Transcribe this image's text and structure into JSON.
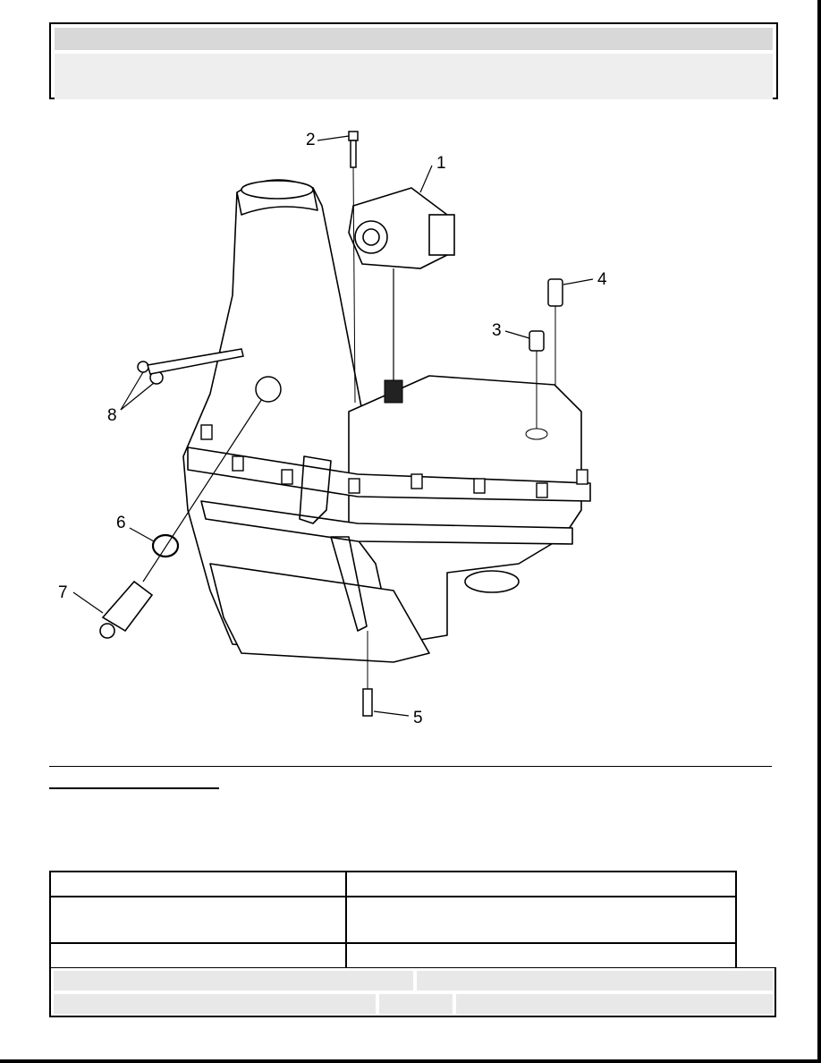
{
  "header": {
    "title": "",
    "subtitle": ""
  },
  "figure": {
    "callouts": [
      "1",
      "2",
      "3",
      "4",
      "5",
      "6",
      "7",
      "8"
    ]
  },
  "section": {
    "heading": "",
    "text": ""
  },
  "spec_table": {
    "rows": [
      {
        "label": "",
        "value": ""
      },
      {
        "label": "",
        "value": ""
      },
      {
        "label": "",
        "value": ""
      }
    ]
  },
  "footer": {
    "left": "",
    "right": "",
    "bottom_left": "",
    "bottom_mid": "",
    "bottom_right": ""
  }
}
